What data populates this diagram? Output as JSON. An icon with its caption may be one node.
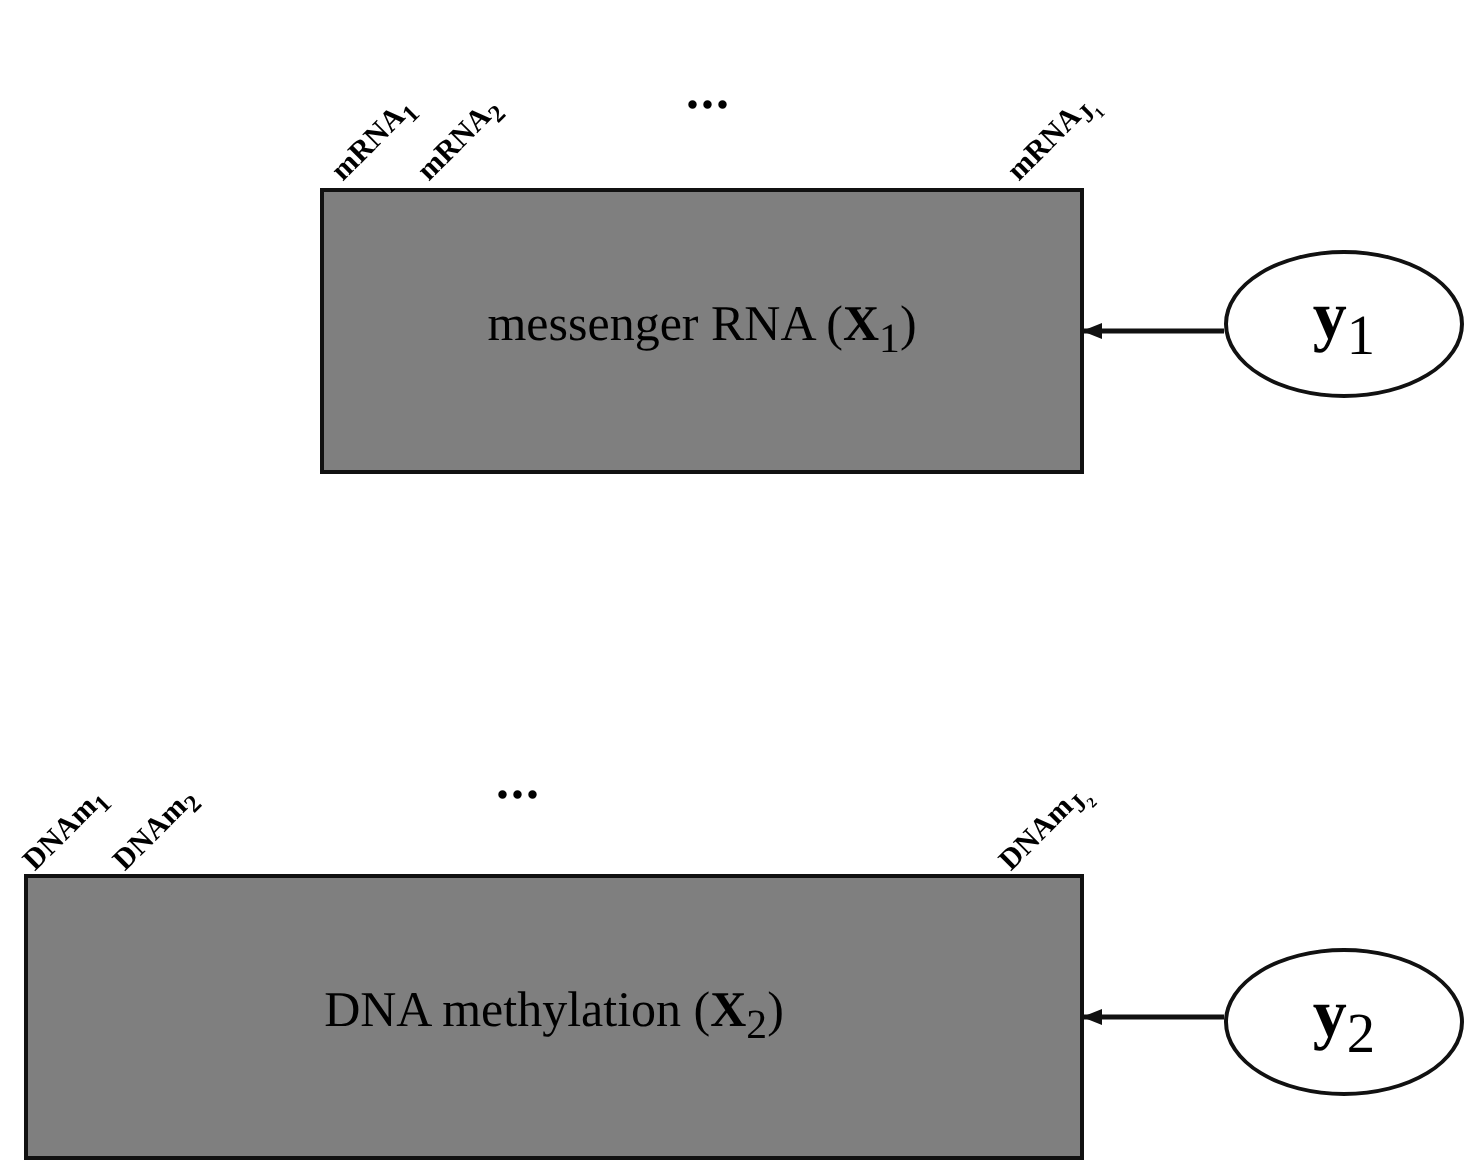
{
  "diagram": {
    "nodes": [
      {
        "text": [
          "messenger RNA (**X**$_{1}$)"
        ]
      },
      {
        "text": [
          "**y**$_{1}$"
        ]
      },
      {
        "text": [
          "DNA methylation (**X**$_{2}$)"
        ]
      },
      {
        "text": [
          "**y**$_{2}$"
        ]
      }
    ],
    "edges": [
      {
        "from": 1,
        "to": 0,
        "arrow": "to"
      },
      {
        "from": 3,
        "to": 2,
        "arrow": "to"
      }
    ],
    "labels": [
      "mRNA$_{1}$",
      "mRNA$_{2}$",
      "...",
      "mRNA$_{J₁}$",
      "DNAm$_{1}$",
      "DNAm$_{2}$",
      "...",
      "DNAm$_{J₂}$"
    ]
  }
}
